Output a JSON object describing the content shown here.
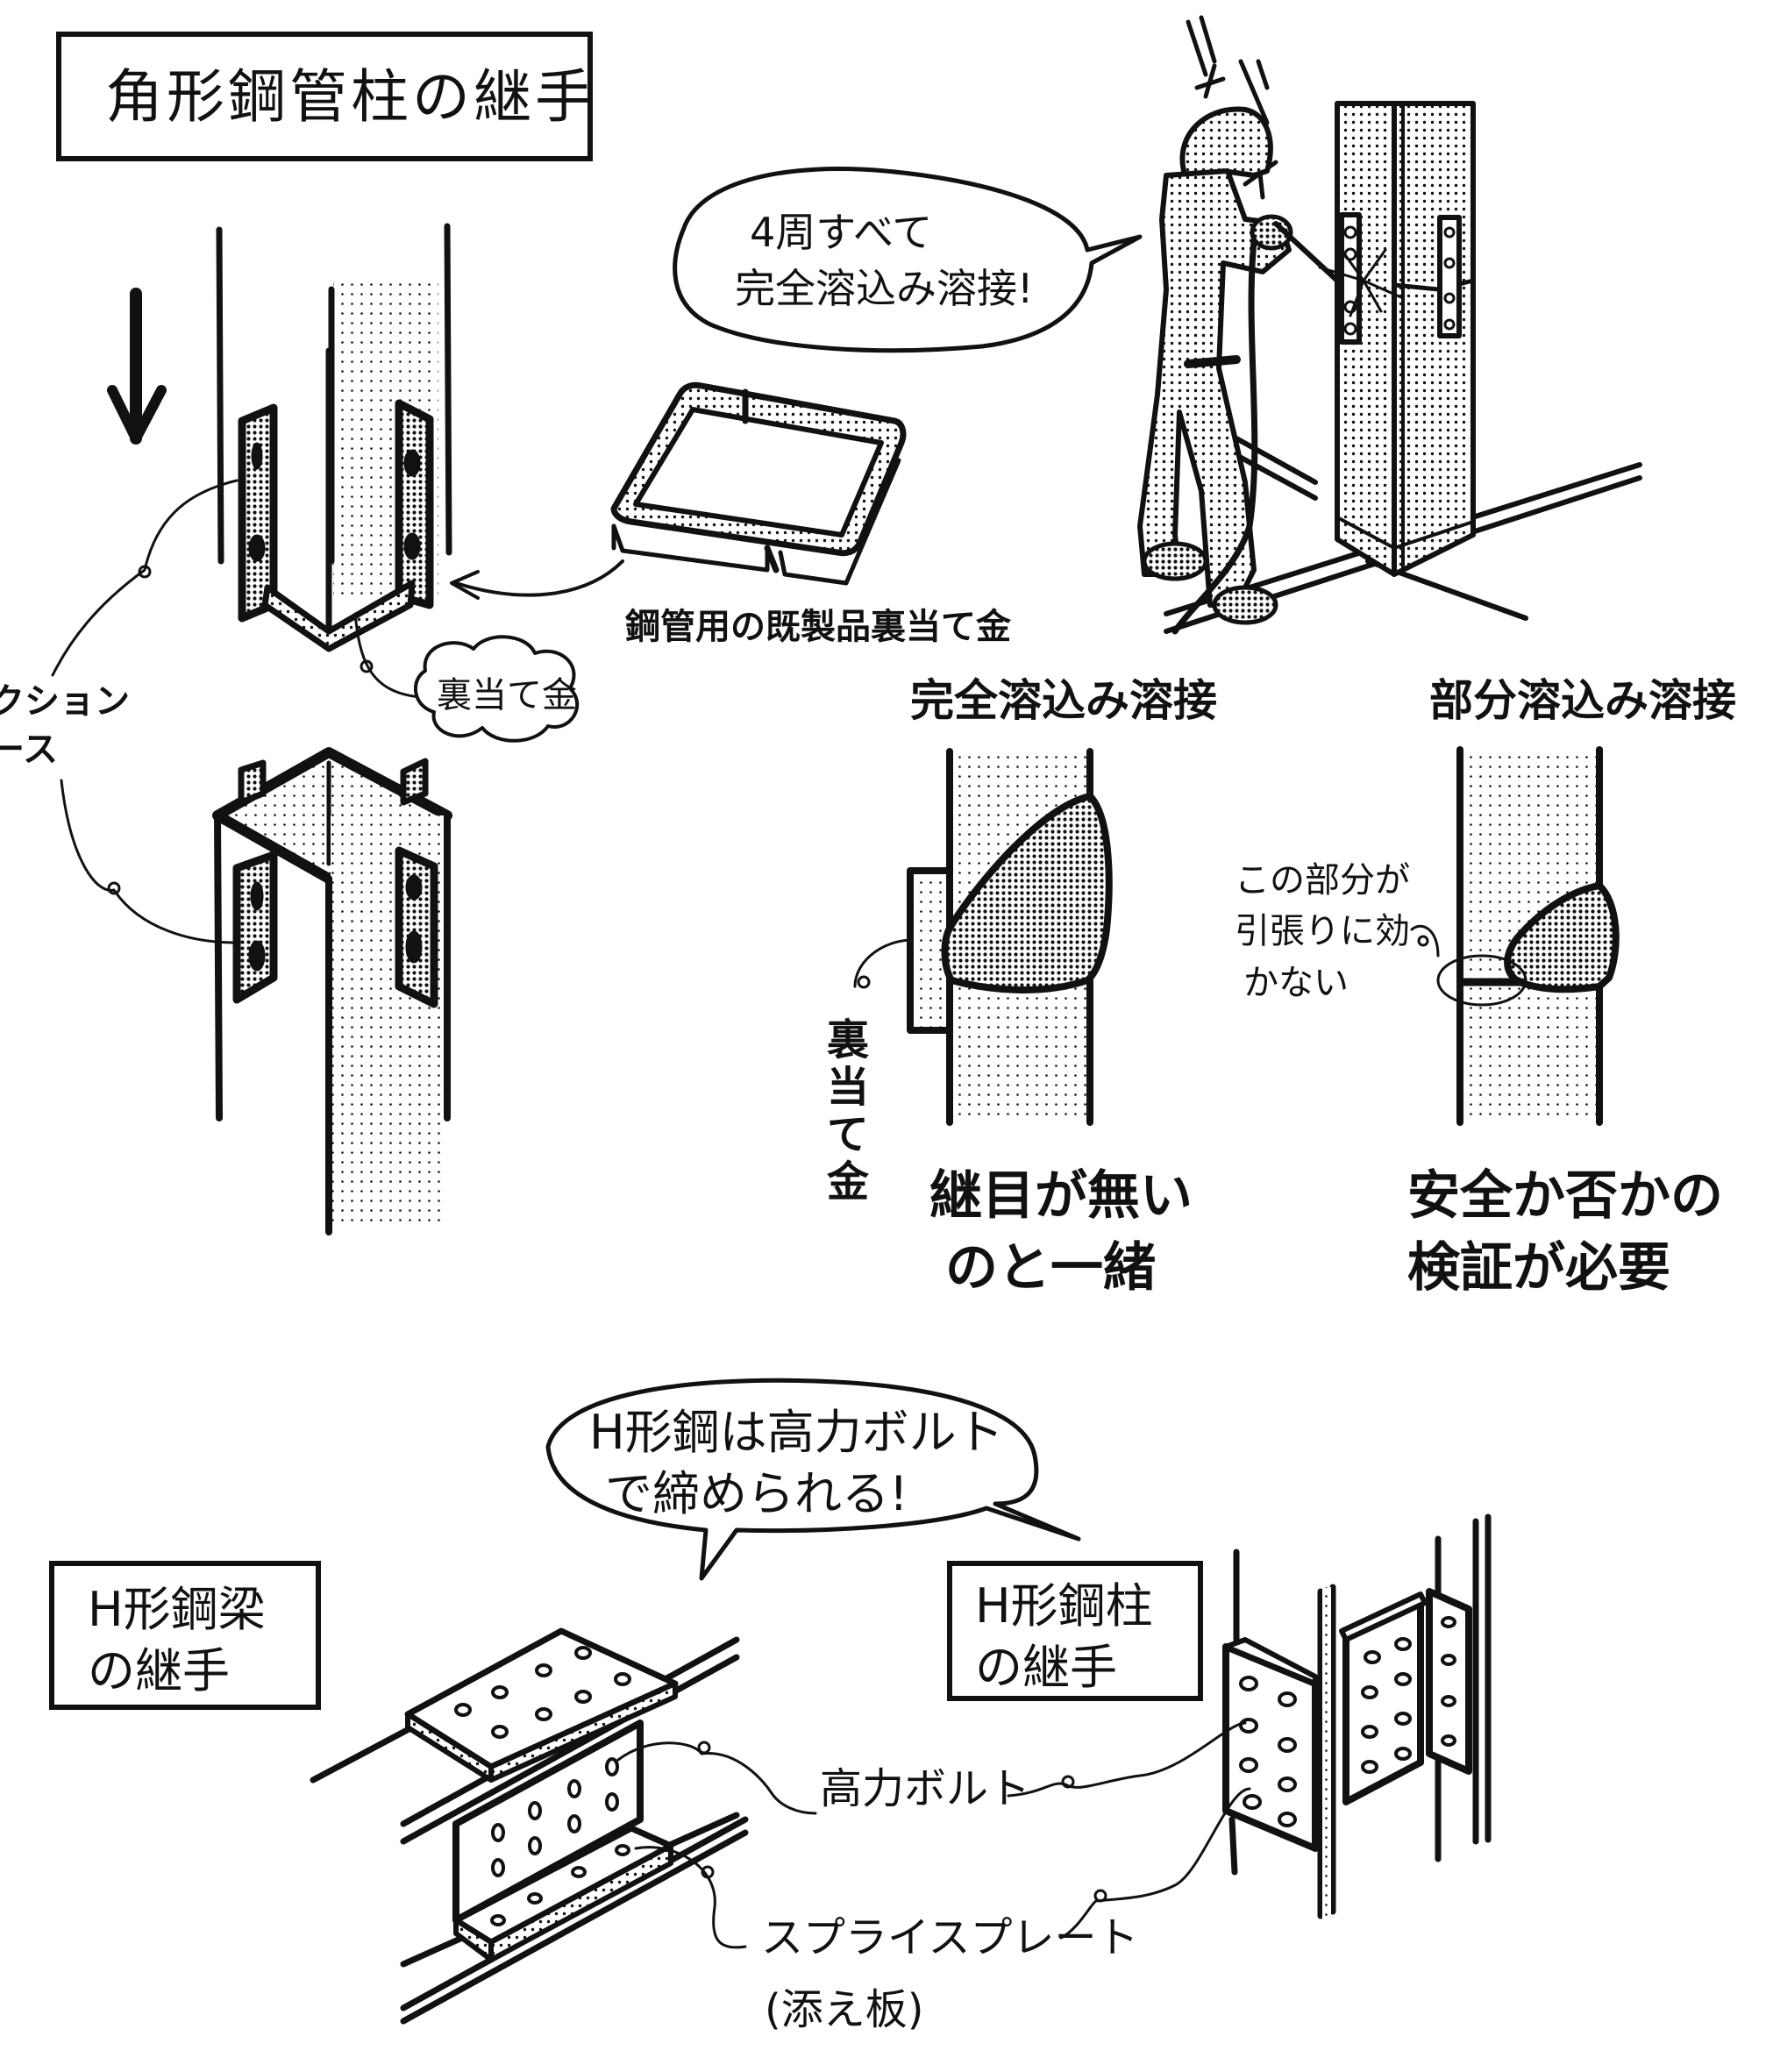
{
  "title": "角形鋼管柱の継手",
  "section_square_column": {
    "speech_bubble": {
      "line1": "4周すべて",
      "line2": "完全溶込み溶接!"
    },
    "label_backing_product": "鋼管用の既製品裏当て金",
    "label_backing_plate": "裏当て金",
    "label_erection_piece_line1": "クション",
    "label_erection_piece_line2": "ース"
  },
  "section_weld_comparison": {
    "full_penetration": {
      "heading": "完全溶込み溶接",
      "side_label": "裏当て金",
      "caption_line1": "継目が無い",
      "caption_line2": "のと一緒"
    },
    "partial_penetration": {
      "heading": "部分溶込み溶接",
      "note_line1": "この部分が",
      "note_line2": "引張りに効",
      "note_line3": "かない",
      "caption_line1": "安全か否かの",
      "caption_line2": "検証が必要"
    }
  },
  "section_h_steel": {
    "speech_bubble": {
      "line1": "H形鋼は高力ボルト",
      "line2": "で締められる!"
    },
    "beam_box": {
      "line1": "H形鋼梁",
      "line2": "の継手"
    },
    "column_box": {
      "line1": "H形鋼柱",
      "line2": "の継手"
    },
    "label_high_strength_bolt": "高力ボルト",
    "label_splice_plate": "スプライスプレート",
    "label_splice_plate_sub": "(添え板)"
  },
  "colors": {
    "ink": "#111111",
    "paper": "#ffffff",
    "screen_tone": "#9a9a9a"
  }
}
